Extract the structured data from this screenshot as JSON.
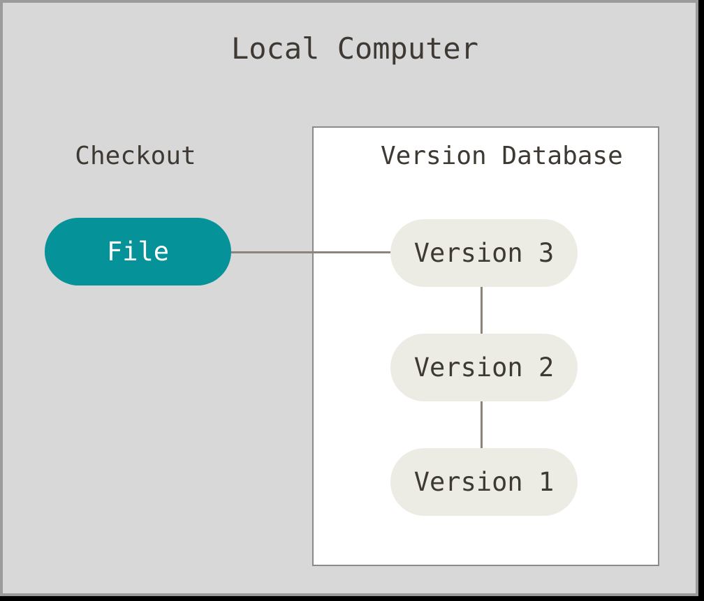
{
  "diagram": {
    "title": "Local Computer",
    "checkout": {
      "label": "Checkout",
      "node": "File"
    },
    "version_database": {
      "title": "Version Database",
      "nodes": [
        "Version 3",
        "Version 2",
        "Version 1"
      ]
    },
    "connections": [
      {
        "from": "File",
        "to": "Version 3"
      },
      {
        "from": "Version 3",
        "to": "Version 2"
      },
      {
        "from": "Version 2",
        "to": "Version 1"
      }
    ],
    "colors": {
      "canvas_background": "#d8d8d8",
      "window_border": "#9b9b9b",
      "outer_edge": "#000000",
      "file_node_fill": "#059299",
      "file_node_text": "#ffffff",
      "version_node_fill": "#edece4",
      "version_box_fill": "#ffffff",
      "version_box_border": "#8a8a8a",
      "connector_line": "#8b8478",
      "text": "#3e3933"
    }
  }
}
